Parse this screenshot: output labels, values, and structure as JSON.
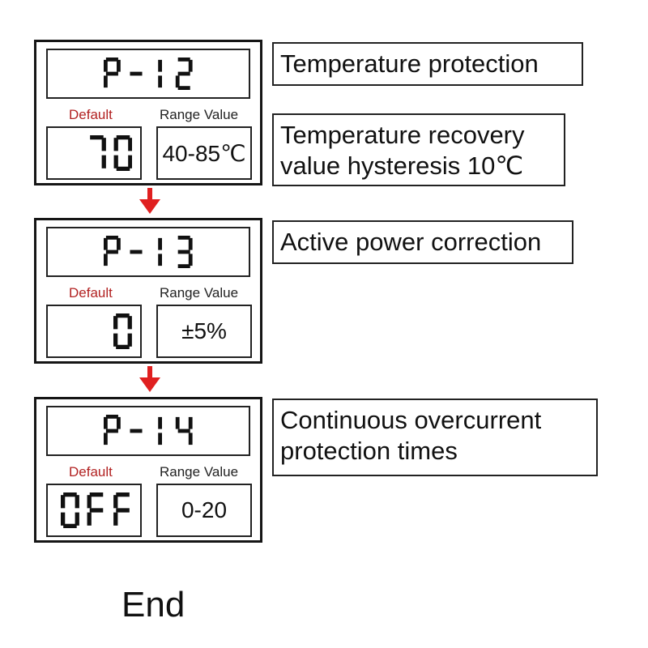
{
  "colors": {
    "arrow": "#e02020",
    "default_label": "#b22222",
    "segment": "#111111"
  },
  "panels": [
    {
      "code": "P-12",
      "default_label": "Default",
      "range_label": "Range Value",
      "default_value": "70",
      "range_value": "40-85℃",
      "descriptions": [
        "Temperature protection",
        "Temperature recovery value hysteresis 10℃"
      ]
    },
    {
      "code": "P-13",
      "default_label": "Default",
      "range_label": "Range Value",
      "default_value": "0",
      "range_value": "±5%",
      "descriptions": [
        "Active power correction"
      ]
    },
    {
      "code": "P-14",
      "default_label": "Default",
      "range_label": "Range Value",
      "default_value": "OFF",
      "range_value": "0-20",
      "descriptions": [
        "Continuous overcurrent protection times"
      ]
    }
  ],
  "end_label": "End"
}
